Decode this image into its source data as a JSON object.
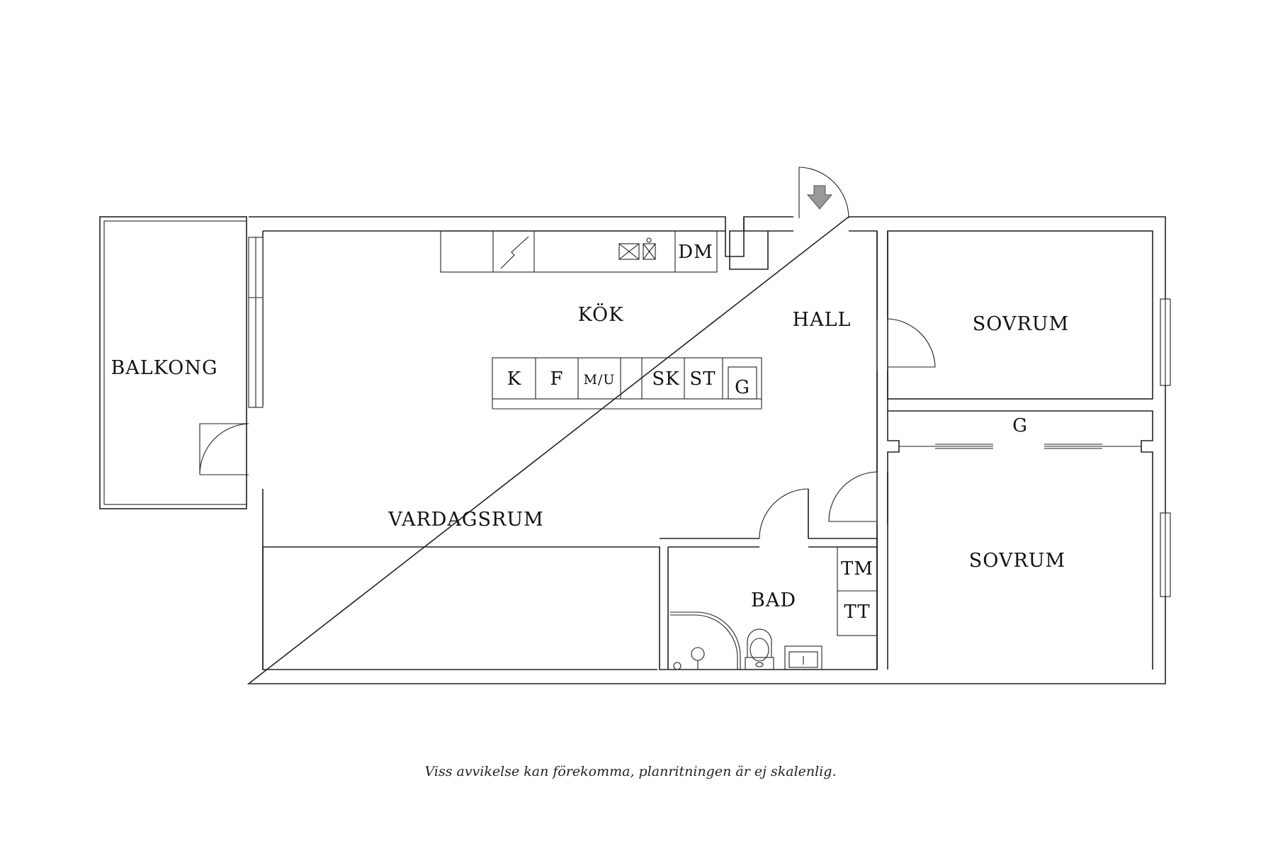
{
  "rooms": {
    "balkong": "BALKONG",
    "kok": "KÖK",
    "hall": "HALL",
    "sovrum_1": "SOVRUM",
    "sovrum_2": "SOVRUM",
    "vardagsrum": "VARDAGSRUM",
    "bad": "BAD"
  },
  "appliances": {
    "dm": "DM",
    "k": "K",
    "f": "F",
    "mu": "M/U",
    "sk": "SK",
    "st": "ST",
    "g_kitchen": "G",
    "g_wardrobe": "G",
    "tm": "TM",
    "tt": "TT"
  },
  "icons": [
    "entrance-arrow-icon",
    "stove-icon",
    "sink-icon",
    "shower-icon",
    "toilet-icon",
    "washbasin-icon"
  ],
  "disclaimer": "Viss avvikelse kan förekomma, planritningen är ej skalenlig."
}
